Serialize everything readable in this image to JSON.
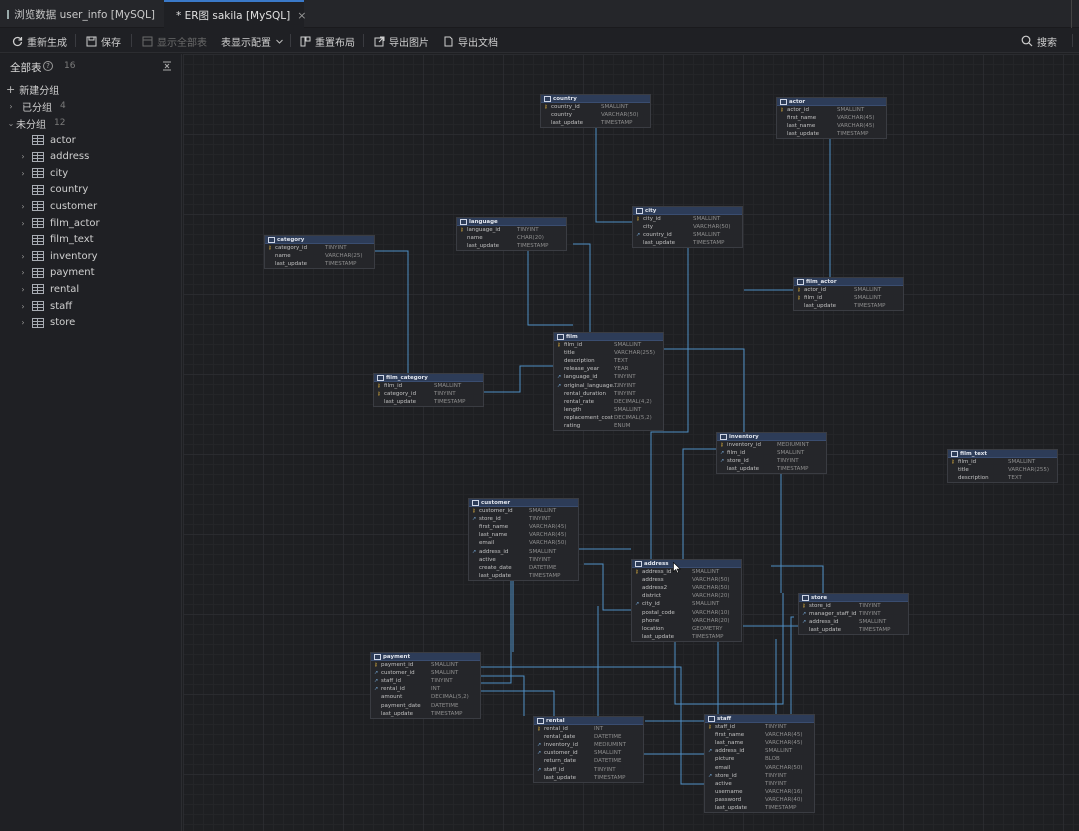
{
  "tabs": [
    {
      "label": "浏览数据 user_info [MySQL]"
    },
    {
      "label": "* ER图 sakila [MySQL]",
      "close": "×"
    }
  ],
  "toolbar": {
    "regenerate": "重新生成",
    "save": "保存",
    "show_all": "显示全部表",
    "not_show": "表显示配置",
    "relayout": "重置布局",
    "export_image": "导出图片",
    "export_doc": "导出文档",
    "search": "搜索"
  },
  "sidebar": {
    "title": "全部表",
    "count": "16",
    "new_group": "新建分组",
    "grouped": {
      "label": "已分组",
      "count": "4"
    },
    "ungrouped": {
      "label": "未分组",
      "count": "12"
    },
    "tables": [
      {
        "name": "actor",
        "expandable": false
      },
      {
        "name": "address",
        "expandable": true
      },
      {
        "name": "city",
        "expandable": true
      },
      {
        "name": "country",
        "expandable": false
      },
      {
        "name": "customer",
        "expandable": true
      },
      {
        "name": "film_actor",
        "expandable": true
      },
      {
        "name": "film_text",
        "expandable": false
      },
      {
        "name": "inventory",
        "expandable": true
      },
      {
        "name": "payment",
        "expandable": true
      },
      {
        "name": "rental",
        "expandable": true
      },
      {
        "name": "staff",
        "expandable": true
      },
      {
        "name": "store",
        "expandable": true
      }
    ]
  },
  "entities": {
    "country": {
      "title": "country",
      "cols": [
        [
          "pk",
          "country_id",
          "SMALLINT"
        ],
        [
          "",
          "country",
          "VARCHAR(50)"
        ],
        [
          "",
          "last_update",
          "TIMESTAMP"
        ]
      ]
    },
    "actor": {
      "title": "actor",
      "cols": [
        [
          "pk",
          "actor_id",
          "SMALLINT"
        ],
        [
          "",
          "first_name",
          "VARCHAR(45)"
        ],
        [
          "",
          "last_name",
          "VARCHAR(45)"
        ],
        [
          "",
          "last_update",
          "TIMESTAMP"
        ]
      ]
    },
    "category": {
      "title": "category",
      "cols": [
        [
          "pk",
          "category_id",
          "TINYINT"
        ],
        [
          "",
          "name",
          "VARCHAR(25)"
        ],
        [
          "",
          "last_update",
          "TIMESTAMP"
        ]
      ]
    },
    "language": {
      "title": "language",
      "cols": [
        [
          "pk",
          "language_id",
          "TINYINT"
        ],
        [
          "",
          "name",
          "CHAR(20)"
        ],
        [
          "",
          "last_update",
          "TIMESTAMP"
        ]
      ]
    },
    "city": {
      "title": "city",
      "cols": [
        [
          "pk",
          "city_id",
          "SMALLINT"
        ],
        [
          "",
          "city",
          "VARCHAR(50)"
        ],
        [
          "fk",
          "country_id",
          "SMALLINT"
        ],
        [
          "",
          "last_update",
          "TIMESTAMP"
        ]
      ]
    },
    "film_actor": {
      "title": "film_actor",
      "cols": [
        [
          "pk",
          "actor_id",
          "SMALLINT"
        ],
        [
          "pk",
          "film_id",
          "SMALLINT"
        ],
        [
          "",
          "last_update",
          "TIMESTAMP"
        ]
      ]
    },
    "film": {
      "title": "film",
      "cols": [
        [
          "pk",
          "film_id",
          "SMALLINT"
        ],
        [
          "",
          "title",
          "VARCHAR(255)"
        ],
        [
          "",
          "description",
          "TEXT"
        ],
        [
          "",
          "release_year",
          "YEAR"
        ],
        [
          "fk",
          "language_id",
          "TINYINT"
        ],
        [
          "fk",
          "original_language...",
          "TINYINT"
        ],
        [
          "",
          "rental_duration",
          "TINYINT"
        ],
        [
          "",
          "rental_rate",
          "DECIMAL(4,2)"
        ],
        [
          "",
          "length",
          "SMALLINT"
        ],
        [
          "",
          "replacement_cost",
          "DECIMAL(5,2)"
        ],
        [
          "",
          "rating",
          "ENUM"
        ]
      ]
    },
    "film_category": {
      "title": "film_category",
      "cols": [
        [
          "pk",
          "film_id",
          "SMALLINT"
        ],
        [
          "pk",
          "category_id",
          "TINYINT"
        ],
        [
          "",
          "last_update",
          "TIMESTAMP"
        ]
      ]
    },
    "inventory": {
      "title": "inventory",
      "cols": [
        [
          "pk",
          "inventory_id",
          "MEDIUMINT"
        ],
        [
          "fk",
          "film_id",
          "SMALLINT"
        ],
        [
          "fk",
          "store_id",
          "TINYINT"
        ],
        [
          "",
          "last_update",
          "TIMESTAMP"
        ]
      ]
    },
    "film_text": {
      "title": "film_text",
      "cols": [
        [
          "pk",
          "film_id",
          "SMALLINT"
        ],
        [
          "",
          "title",
          "VARCHAR(255)"
        ],
        [
          "",
          "description",
          "TEXT"
        ]
      ]
    },
    "customer": {
      "title": "customer",
      "cols": [
        [
          "pk",
          "customer_id",
          "SMALLINT"
        ],
        [
          "fk",
          "store_id",
          "TINYINT"
        ],
        [
          "",
          "first_name",
          "VARCHAR(45)"
        ],
        [
          "",
          "last_name",
          "VARCHAR(45)"
        ],
        [
          "",
          "email",
          "VARCHAR(50)"
        ],
        [
          "fk",
          "address_id",
          "SMALLINT"
        ],
        [
          "",
          "active",
          "TINYINT"
        ],
        [
          "",
          "create_date",
          "DATETIME"
        ],
        [
          "",
          "last_update",
          "TIMESTAMP"
        ]
      ]
    },
    "address": {
      "title": "address",
      "cols": [
        [
          "pk",
          "address_id",
          "SMALLINT"
        ],
        [
          "",
          "address",
          "VARCHAR(50)"
        ],
        [
          "",
          "address2",
          "VARCHAR(50)"
        ],
        [
          "",
          "district",
          "VARCHAR(20)"
        ],
        [
          "fk",
          "city_id",
          "SMALLINT"
        ],
        [
          "",
          "postal_code",
          "VARCHAR(10)"
        ],
        [
          "",
          "phone",
          "VARCHAR(20)"
        ],
        [
          "",
          "location",
          "GEOMETRY"
        ],
        [
          "",
          "last_update",
          "TIMESTAMP"
        ]
      ]
    },
    "store": {
      "title": "store",
      "cols": [
        [
          "pk",
          "store_id",
          "TINYINT"
        ],
        [
          "fk",
          "manager_staff_id",
          "TINYINT"
        ],
        [
          "fk",
          "address_id",
          "SMALLINT"
        ],
        [
          "",
          "last_update",
          "TIMESTAMP"
        ]
      ]
    },
    "payment": {
      "title": "payment",
      "cols": [
        [
          "pk",
          "payment_id",
          "SMALLINT"
        ],
        [
          "fk",
          "customer_id",
          "SMALLINT"
        ],
        [
          "fk",
          "staff_id",
          "TINYINT"
        ],
        [
          "fk",
          "rental_id",
          "INT"
        ],
        [
          "",
          "amount",
          "DECIMAL(5,2)"
        ],
        [
          "",
          "payment_date",
          "DATETIME"
        ],
        [
          "",
          "last_update",
          "TIMESTAMP"
        ]
      ]
    },
    "rental": {
      "title": "rental",
      "cols": [
        [
          "pk",
          "rental_id",
          "INT"
        ],
        [
          "",
          "rental_date",
          "DATETIME"
        ],
        [
          "fk",
          "inventory_id",
          "MEDIUMINT"
        ],
        [
          "fk",
          "customer_id",
          "SMALLINT"
        ],
        [
          "",
          "return_date",
          "DATETIME"
        ],
        [
          "fk",
          "staff_id",
          "TINYINT"
        ],
        [
          "",
          "last_update",
          "TIMESTAMP"
        ]
      ]
    },
    "staff": {
      "title": "staff",
      "cols": [
        [
          "pk",
          "staff_id",
          "TINYINT"
        ],
        [
          "",
          "first_name",
          "VARCHAR(45)"
        ],
        [
          "",
          "last_name",
          "VARCHAR(45)"
        ],
        [
          "fk",
          "address_id",
          "SMALLINT"
        ],
        [
          "",
          "picture",
          "BLOB"
        ],
        [
          "",
          "email",
          "VARCHAR(50)"
        ],
        [
          "fk",
          "store_id",
          "TINYINT"
        ],
        [
          "",
          "active",
          "TINYINT"
        ],
        [
          "",
          "username",
          "VARCHAR(16)"
        ],
        [
          "",
          "password",
          "VARCHAR(40)"
        ],
        [
          "",
          "last_update",
          "TIMESTAMP"
        ]
      ]
    }
  },
  "colors": {
    "accent": "#3a79c9",
    "link": "#4f8fc4",
    "header": "#2d3c58"
  }
}
